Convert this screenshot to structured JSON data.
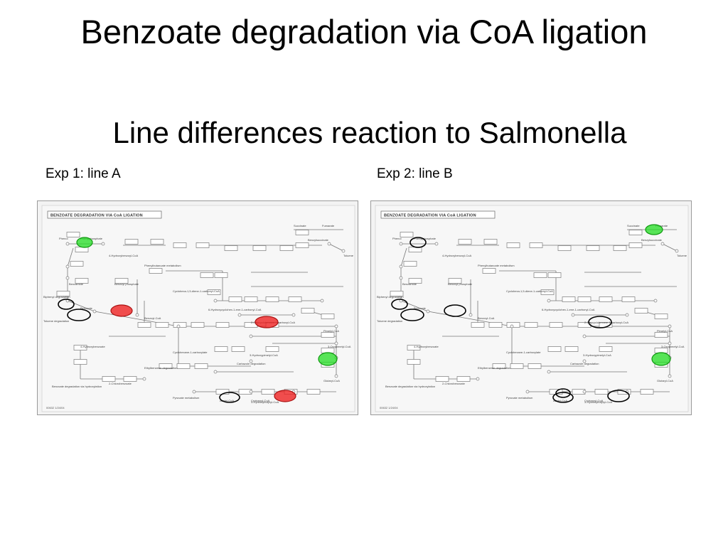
{
  "slide": {
    "title": "Benzoate degradation via CoA ligation",
    "subtitle": "Line differences reaction to Salmonella"
  },
  "panels": [
    {
      "id": "a",
      "label": "Exp 1: line A",
      "map_title": "BENZOATE DEGRADATION VIA CoA LIGATION",
      "map_footer": "00632 1/24/04",
      "highlights": [
        {
          "kind": "green",
          "node": "n_phenol_top"
        },
        {
          "kind": "black",
          "node": "n_left_1"
        },
        {
          "kind": "black",
          "node": "n_left_2"
        },
        {
          "kind": "red",
          "node": "n_benzoyl"
        },
        {
          "kind": "red",
          "node": "n_mid_right"
        },
        {
          "kind": "green",
          "node": "n_right_lower"
        },
        {
          "kind": "black",
          "node": "n_bottom_1"
        },
        {
          "kind": "red",
          "node": "n_bottom_2"
        }
      ]
    },
    {
      "id": "b",
      "label": "Exp 2: line B",
      "map_title": "BENZOATE DEGRADATION VIA CoA LIGATION",
      "map_footer": "00632 1/24/04",
      "highlights": [
        {
          "kind": "black",
          "node": "n_phenol_top"
        },
        {
          "kind": "green",
          "node": "n_top_right"
        },
        {
          "kind": "black",
          "node": "n_left_1"
        },
        {
          "kind": "black",
          "node": "n_left_2"
        },
        {
          "kind": "black",
          "node": "n_benzoyl"
        },
        {
          "kind": "black",
          "node": "n_mid_right"
        },
        {
          "kind": "green",
          "node": "n_right_lower"
        },
        {
          "kind": "black",
          "node": "n_bottom_0"
        },
        {
          "kind": "black",
          "node": "n_bottom_1"
        },
        {
          "kind": "black",
          "node": "n_bottom_2"
        }
      ]
    }
  ],
  "map_labels": [
    {
      "id": "l_phenol",
      "text": "Phenol"
    },
    {
      "id": "l_phenylphos",
      "text": "Phenylphosphate"
    },
    {
      "id": "l_benzoyl",
      "text": "Benzoyl phosphate"
    },
    {
      "id": "l_benzoate",
      "text": "Benzoate"
    },
    {
      "id": "l_biphenyl",
      "text": "Biphenyl degradation"
    },
    {
      "id": "l_toluene",
      "text": "Toluene degradation"
    },
    {
      "id": "l_benzamide",
      "text": "Benzamide"
    },
    {
      "id": "l_benzoylcoa",
      "text": "Benzoyl-CoA"
    },
    {
      "id": "l_succinate",
      "text": "Succinate"
    },
    {
      "id": "l_fumarate",
      "text": "Fumarate"
    },
    {
      "id": "l_benzylsuccinate",
      "text": "Benzylsuccinate"
    },
    {
      "id": "l_toluene2",
      "text": "Toluene"
    },
    {
      "id": "l_phenylbutanoate",
      "text": "Phenylbutanoate metabolism"
    },
    {
      "id": "l_ethylbenzene",
      "text": "Ethylbenzene degradation"
    },
    {
      "id": "l_pimelyl",
      "text": "Pimelyl-CoA"
    },
    {
      "id": "l_glutaryl",
      "text": "Glutaryl-CoA"
    },
    {
      "id": "l_acetyl",
      "text": "Acetyl-CoA"
    },
    {
      "id": "l_pyruvate",
      "text": "Pyruvate metabolism"
    },
    {
      "id": "l_benzoatehydroxyl",
      "text": "Benzoate degradation via hydroxylation"
    },
    {
      "id": "l_carbazole",
      "text": "Carbazole degradation"
    },
    {
      "id": "l_cyclohex",
      "text": "Cyclohexa-1,5-diene-1-carbonyl-CoA"
    },
    {
      "id": "l_hydroxycyclohex",
      "text": "6-Hydroxycyclohex-1-ene-1-carbonyl-CoA"
    },
    {
      "id": "l_oxocyclohex",
      "text": "2-Oxocyclohexane-1-carboxyl-CoA"
    },
    {
      "id": "l_hydroxybutyryl",
      "text": "3-Hydroxybutyryl-CoA"
    },
    {
      "id": "l_crotonoyl",
      "text": "Crotonoyl-CoA"
    },
    {
      "id": "l_hydroxypimelyl",
      "text": "3-Hydroxypimelyl-CoA"
    },
    {
      "id": "l_oxopimelyl",
      "text": "3-Oxopimelyl-CoA"
    },
    {
      "id": "l_cyclohexanecarb",
      "text": "Cyclohexane-1-carboxylate"
    },
    {
      "id": "l_chlorobenzoate",
      "text": "2-Chlorobenzoate"
    },
    {
      "id": "l_hydroxybenzoyl",
      "text": "4-Hydroxybenzoyl-CoA"
    },
    {
      "id": "l_hydroxybenzoate",
      "text": "4-Hydroxybenzoate"
    }
  ]
}
